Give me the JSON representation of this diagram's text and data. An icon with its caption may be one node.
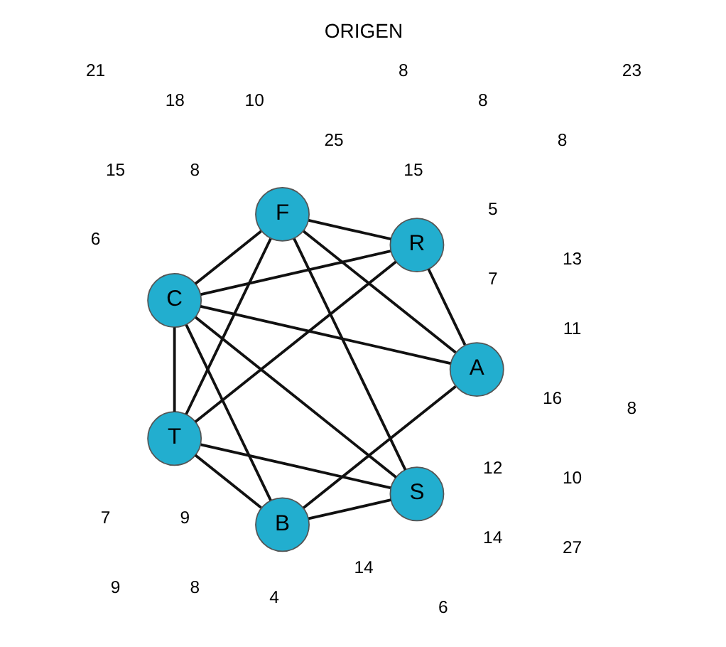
{
  "diagram": {
    "title": "ORIGEN",
    "nodes": [
      {
        "text": [
          "F"
        ]
      },
      {
        "text": [
          "R"
        ]
      },
      {
        "text": [
          "A"
        ]
      },
      {
        "text": [
          "C"
        ]
      },
      {
        "text": [
          "T"
        ]
      },
      {
        "text": [
          "B"
        ]
      },
      {
        "text": [
          "S"
        ]
      }
    ],
    "edges": [
      {
        "from": 2,
        "to": 0,
        "arrow": "none"
      },
      {
        "from": 0,
        "to": 1,
        "arrow": "none"
      },
      {
        "from": 0,
        "to": 3,
        "arrow": "none"
      },
      {
        "from": 0,
        "to": 6,
        "arrow": "none"
      },
      {
        "from": 2,
        "to": 1,
        "arrow": "none"
      },
      {
        "from": 2,
        "to": 3,
        "arrow": "none"
      },
      {
        "from": 2,
        "to": 5,
        "arrow": "none"
      },
      {
        "from": 1,
        "to": 3,
        "arrow": "none"
      },
      {
        "from": 0,
        "to": 4,
        "arrow": "none"
      },
      {
        "from": 1,
        "to": 4,
        "arrow": "none"
      },
      {
        "from": 3,
        "to": 4,
        "arrow": "none"
      },
      {
        "from": 3,
        "to": 6,
        "arrow": "none"
      },
      {
        "from": 3,
        "to": 5,
        "arrow": "none"
      },
      {
        "from": 5,
        "to": 4,
        "arrow": "none"
      },
      {
        "from": 5,
        "to": 6,
        "arrow": "none"
      },
      {
        "from": 6,
        "to": 4,
        "arrow": "none"
      }
    ],
    "labels": [
      "12",
      "7",
      "5",
      "15",
      "8",
      "9",
      "16",
      "14",
      "8",
      "25",
      "27",
      "10",
      "11",
      "13",
      "14",
      "8",
      "10",
      "18",
      "15",
      "9",
      "8",
      "7",
      "4",
      "6",
      "8",
      "23",
      "8",
      "21",
      "6"
    ]
  }
}
